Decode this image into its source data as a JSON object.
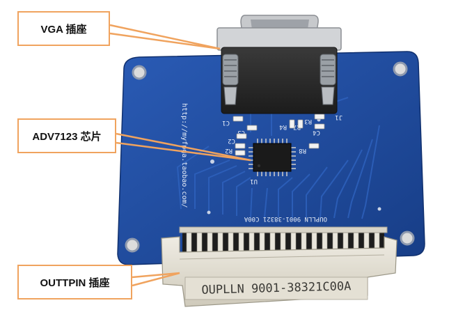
{
  "callouts": {
    "vga": "VGA 插座",
    "adv": "ADV7123 芯片",
    "outpin": "OUTTPIN 插座"
  },
  "board": {
    "url_text": "http://myfpga.taobao.com/",
    "model_text": "OUPLLN 9001-38321 C00A",
    "connector_text": "OUPLLN 9001-38321C00A",
    "labels": {
      "j1": "J1",
      "c1": "C1",
      "c2": "C2",
      "c3": "C3",
      "c4": "C4",
      "r2": "R2",
      "r3": "R3",
      "r4": "R4",
      "r7": "R7",
      "r8": "R8",
      "u1": "U1"
    }
  },
  "colors": {
    "pcb": "#1f4a9c",
    "pcb_dark": "#163a80",
    "callout_border": "#f0a35e",
    "connector_shell": "#e6e2d6",
    "vga_body": "#2b2b2b"
  }
}
